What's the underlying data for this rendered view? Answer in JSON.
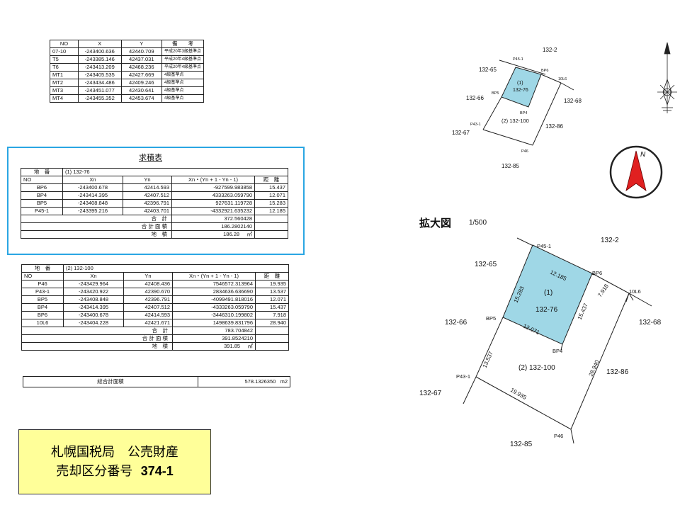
{
  "bench_table": {
    "headers": [
      "NO",
      "X",
      "Y",
      "備　　考"
    ],
    "rows": [
      [
        "07-10",
        "-243400.636",
        "42440.709",
        "平成20年3級基準点"
      ],
      [
        "T5",
        "-243385.146",
        "42437.031",
        "平成20年4級基準点"
      ],
      [
        "T6",
        "-243413.209",
        "42468.236",
        "平成20年4級基準点"
      ],
      [
        "MT1",
        "-243405.535",
        "42427.669",
        "4級基準点"
      ],
      [
        "MT2",
        "-243434.486",
        "42409.246",
        "4級基準点"
      ],
      [
        "MT3",
        "-243451.077",
        "42430.641",
        "4級基準点"
      ],
      [
        "MT4",
        "-243455.352",
        "42453.674",
        "4級基準点"
      ]
    ]
  },
  "area_title": "求積表",
  "lot1": {
    "label": "地　番",
    "value": "(1) 132-76",
    "headers": [
      "NO",
      "Xn",
      "Yn",
      "Xn・(Yn + 1 - Yn - 1)",
      "距　離"
    ],
    "rows": [
      [
        "BP6",
        "-243400.678",
        "42414.593",
        "-927599.983858",
        "15.437"
      ],
      [
        "BP4",
        "-243414.395",
        "42407.512",
        "4333263.059790",
        "12.071"
      ],
      [
        "BP5",
        "-243408.848",
        "42396.791",
        "927631.119728",
        "15.283"
      ],
      [
        "P45-1",
        "-243395.216",
        "42403.701",
        "-4332921.635232",
        "12.185"
      ]
    ],
    "total_label": "合　計",
    "total_value": "372.560428",
    "area_label": "合 計 面 積",
    "area_value": "186.2802140",
    "land_label": "地　積",
    "land_value": "186.28",
    "land_unit": "㎡"
  },
  "lot2": {
    "label": "地　番",
    "value": "(2) 132-100",
    "headers": [
      "NO",
      "Xn",
      "Yn",
      "Xn・(Yn + 1 - Yn - 1)",
      "距　離"
    ],
    "rows": [
      [
        "P46",
        "-243429.964",
        "42408.436",
        "7546572.313964",
        "19.935"
      ],
      [
        "P43-1",
        "-243420.922",
        "42390.670",
        "2834636.636690",
        "13.537"
      ],
      [
        "BP5",
        "-243408.848",
        "42396.791",
        "-4099491.818016",
        "12.071"
      ],
      [
        "BP4",
        "-243414.395",
        "42407.512",
        "-4333263.059790",
        "15.437"
      ],
      [
        "BP6",
        "-243400.678",
        "42414.593",
        "-3446310.199802",
        "7.918"
      ],
      [
        "10L6",
        "-243404.228",
        "42421.671",
        "1498639.831796",
        "28.940"
      ]
    ],
    "total_label": "合　計",
    "total_value": "783.704842",
    "area_label": "合 計 面 積",
    "area_value": "391.8524210",
    "land_label": "地　積",
    "land_value": "391.85",
    "land_unit": "㎡"
  },
  "grand_total": {
    "label": "総合計面積",
    "value": "578.1326350",
    "unit": "m2"
  },
  "small_map": {
    "lots": [
      "132-2",
      "132-65",
      "132-66",
      "132-67",
      "132-68",
      "132-86",
      "132-85"
    ],
    "points": [
      "P45-1",
      "BP6",
      "BP5",
      "BP4",
      "10L6",
      "P43-1",
      "P46"
    ],
    "lot1_line1": "(1)",
    "lot1_line2": "132-76",
    "lot2": "(2) 132-100"
  },
  "enlarge_title": "拡大図",
  "enlarge_scale": "1/500",
  "big_map": {
    "lots": {
      "n": "132-2",
      "nw": "132-65",
      "w": "132-66",
      "sw": "132-67",
      "e": "132-68",
      "se": "132-86",
      "s": "132-85"
    },
    "points": {
      "p451": "P45-1",
      "bp6": "BP6",
      "bp5": "BP5",
      "bp4": "BP4",
      "l6": "10L6",
      "p431": "P43-1",
      "p46": "P46"
    },
    "dims": {
      "top": "12.185",
      "left": "15.283",
      "bottom": "12.071",
      "right": "15.437",
      "bp6_l6": "7.918",
      "p431_bp5": "13.537",
      "bp4_p46": "28.940",
      "p431_p46": "19.935"
    },
    "lot1_line1": "(1)",
    "lot1_line2": "132-76",
    "lot2": "(2) 132-100"
  },
  "compass_letter": "N",
  "colors": {
    "highlight_border": "#2aa6e3",
    "lot_fill": "#9fd7e6",
    "footer_bg": "#ffff99",
    "compass_red": "#e02020"
  },
  "footer": {
    "line1": "札幌国税局　公売財産",
    "line2_prefix": "売却区分番号",
    "line2_number": "374-1"
  }
}
